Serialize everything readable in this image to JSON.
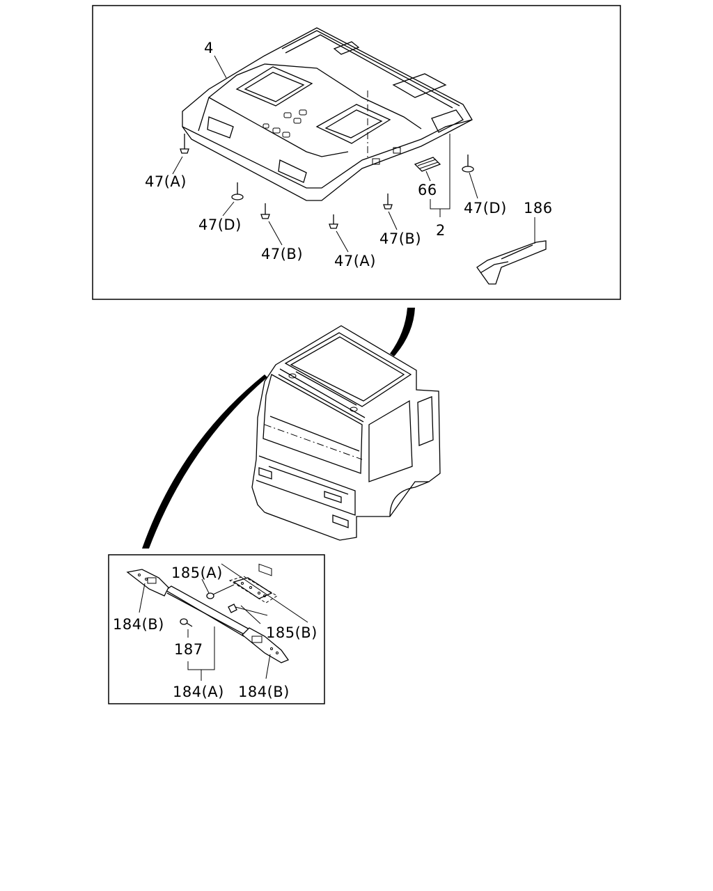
{
  "diagram": {
    "callouts": {
      "roof_panel": "4",
      "roof_assy": "2",
      "pad": "66",
      "trim": "186",
      "screw_a_left": "47(A)",
      "screw_d_left": "47(D)",
      "screw_b_left": "47(B)",
      "screw_a_center": "47(A)",
      "screw_b_right": "47(B)",
      "screw_d_right": "47(D)",
      "clip_185a": "185(A)",
      "clip_185b": "185(B)",
      "end_cap_left": "184(B)",
      "end_cap_right": "184(B)",
      "molding_assy": "184(A)",
      "fastener_187": "187"
    }
  }
}
